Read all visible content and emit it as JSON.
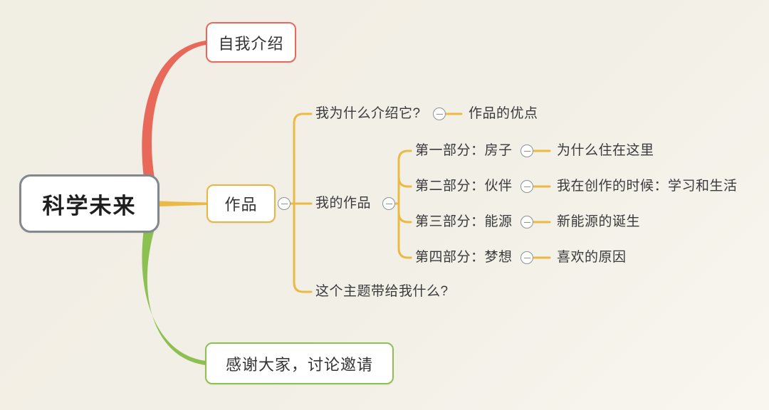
{
  "colors": {
    "red": "#e8695a",
    "yellow": "#eaba45",
    "green": "#8cc152",
    "root_border": "#83878e",
    "toggle_border": "#8f9398",
    "text": "#3a3a3c",
    "node_background": "#ffffff",
    "canvas_background": "#f2efe6"
  },
  "icons": {
    "collapse_toggle": "minus-circle"
  },
  "mindmap": {
    "root": {
      "label": "科学未来"
    },
    "branches": [
      {
        "label": "自我介绍"
      },
      {
        "label": "作品",
        "children": [
          {
            "label": "我为什么介绍它?",
            "children": [
              {
                "label": "作品的优点"
              }
            ]
          },
          {
            "label": "我的作品",
            "children": [
              {
                "label": "第一部分：房子",
                "children": [
                  {
                    "label": "为什么住在这里"
                  }
                ]
              },
              {
                "label": "第二部分：伙伴",
                "children": [
                  {
                    "label": "我在创作的时候：学习和生活"
                  }
                ]
              },
              {
                "label": "第三部分：能源",
                "children": [
                  {
                    "label": "新能源的诞生"
                  }
                ]
              },
              {
                "label": "第四部分：梦想",
                "children": [
                  {
                    "label": "喜欢的原因"
                  }
                ]
              }
            ]
          },
          {
            "label": "这个主题带给我什么?"
          }
        ]
      },
      {
        "label": "感谢大家，讨论邀请"
      }
    ]
  }
}
